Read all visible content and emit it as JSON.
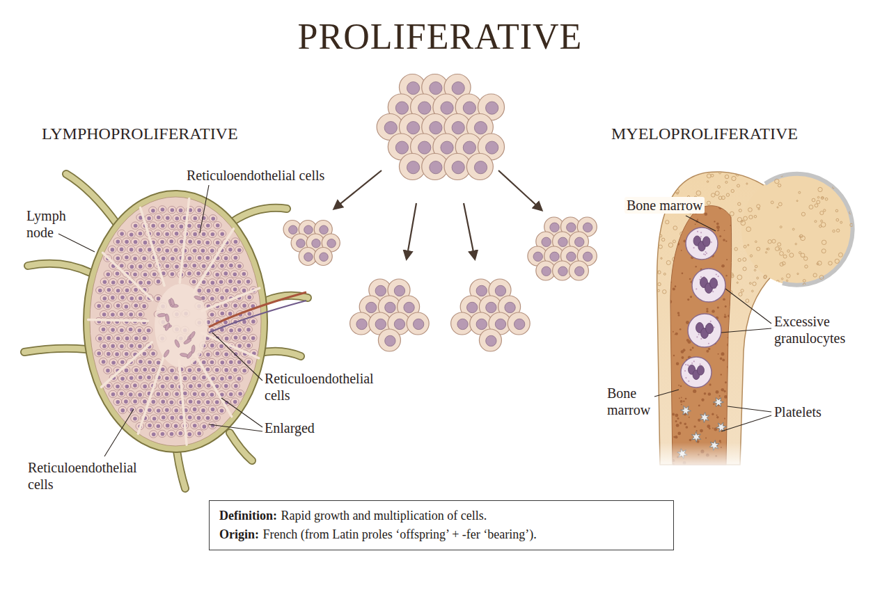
{
  "diagram": {
    "title": "PROLIFERATIVE",
    "nodes": [
      {
        "text": [
          "Definition:",
          "Rapid growth and multiplication of cells.",
          "Origin:",
          "French (from Latin proles ‘offspring’ + -fer ‘bearing’)."
        ]
      }
    ],
    "labels": [
      "LYMPHOPROLIFERATIVE",
      "MYELOPROLIFERATIVE",
      "Reticuloendothelial cells",
      "Lymph node",
      "Reticuloendothelial cells",
      "Enlarged",
      "Reticuloendothelial cells",
      "Bone marrow",
      "Excessive granulocytes",
      "Bone marrow",
      "Platelets"
    ]
  }
}
